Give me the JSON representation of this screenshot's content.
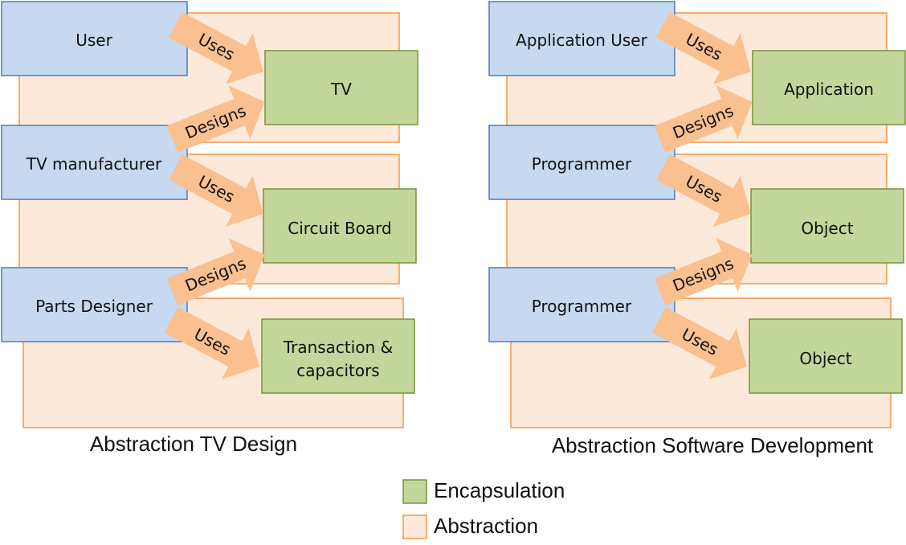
{
  "colors": {
    "actor_fill": "#c6d9f1",
    "actor_stroke": "#4a7ebb",
    "component_fill": "#c3d69b",
    "component_stroke": "#77933c",
    "abstraction_fill": "#fde9d9",
    "abstraction_stroke": "#f79646",
    "arrow_fill": "#fac090"
  },
  "tv_design": {
    "caption": "Abstraction TV Design",
    "actors": [
      "User",
      "TV manufacturer",
      "Parts Designer"
    ],
    "components": [
      [
        "TV"
      ],
      [
        "Circuit Board"
      ],
      [
        "Transaction &",
        "capacitors"
      ]
    ],
    "arrows": [
      "Uses",
      "Designs",
      "Uses",
      "Designs",
      "Uses"
    ]
  },
  "software_development": {
    "caption": "Abstraction Software Development",
    "actors": [
      "Application User",
      "Programmer",
      "Programmer"
    ],
    "components": [
      [
        "Application"
      ],
      [
        "Object"
      ],
      [
        "Object"
      ]
    ],
    "arrows": [
      "Uses",
      "Designs",
      "Uses",
      "Designs",
      "Uses"
    ]
  },
  "legend": {
    "encapsulation": "Encapsulation",
    "abstraction": "Abstraction"
  }
}
